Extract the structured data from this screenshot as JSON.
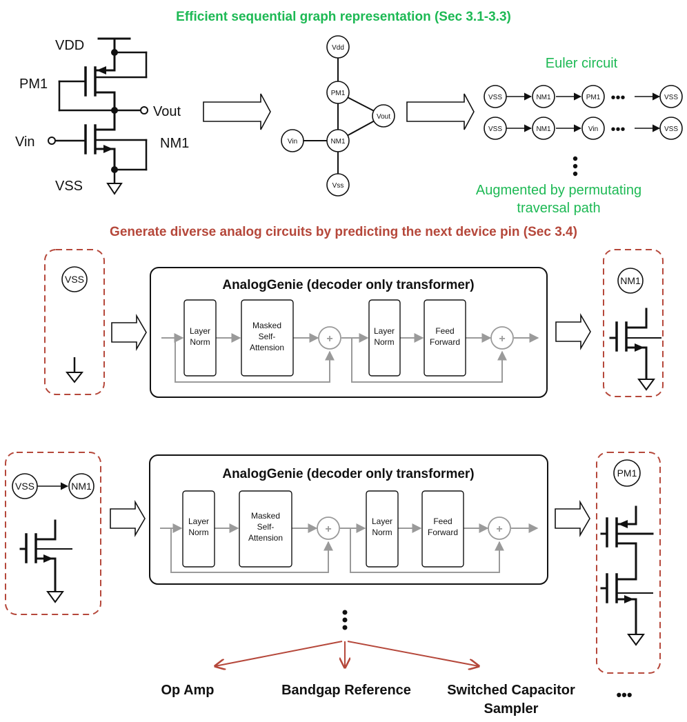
{
  "colors": {
    "green": "#1db954",
    "red": "#b5473a",
    "gray": "#9a9a9a",
    "black": "#111111"
  },
  "headings": {
    "top": "Efficient sequential graph representation (Sec 3.1-3.3)",
    "middle": "Generate diverse analog circuits by predicting the next device pin (Sec 3.4)"
  },
  "circuit": {
    "vdd": "VDD",
    "pm1": "PM1",
    "vout": "Vout",
    "vin": "Vin",
    "nm1": "NM1",
    "vss": "VSS"
  },
  "graph_nodes": {
    "vdd": "Vdd",
    "pm1": "PM1",
    "vout": "Vout",
    "vin": "Vin",
    "nm1": "NM1",
    "vss": "Vss"
  },
  "euler": {
    "title": "Euler circuit",
    "row1": [
      "VSS",
      "NM1",
      "PM1",
      "VSS"
    ],
    "row2": [
      "VSS",
      "NM1",
      "Vin",
      "VSS"
    ],
    "ellipsis": "•••",
    "note_line1": "Augmented by permutating",
    "note_line2": "traversal path"
  },
  "step1": {
    "input_token": "VSS",
    "output_token": "NM1"
  },
  "step2": {
    "input_tokens": [
      "VSS",
      "NM1"
    ],
    "output_token": "PM1"
  },
  "transformer": {
    "title": "AnalogGenie (decoder only transformer)",
    "block1_line1": "Layer",
    "block1_line2": "Norm",
    "block2_line1": "Masked",
    "block2_line2": "Self-",
    "block2_line3": "Attension",
    "block3_line1": "Layer",
    "block3_line2": "Norm",
    "block4_line1": "Feed",
    "block4_line2": "Forward",
    "plus": "+"
  },
  "outputs": {
    "op_amp": "Op Amp",
    "bandgap": "Bandgap Reference",
    "switched_line1": "Switched Capacitor",
    "switched_line2": "Sampler",
    "more": "•••"
  }
}
